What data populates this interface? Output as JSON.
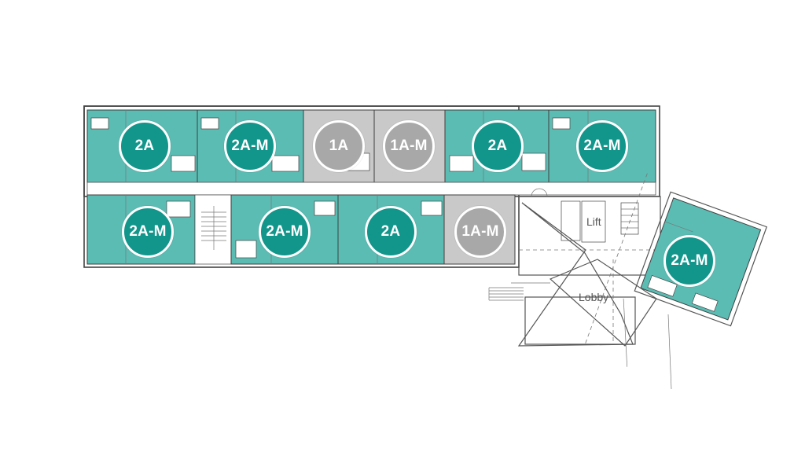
{
  "units": [
    {
      "label": "2A",
      "type": "teal"
    },
    {
      "label": "2A-M",
      "type": "teal"
    },
    {
      "label": "1A",
      "type": "gray"
    },
    {
      "label": "1A-M",
      "type": "gray"
    },
    {
      "label": "2A",
      "type": "teal"
    },
    {
      "label": "2A-M",
      "type": "teal"
    },
    {
      "label": "2A-M",
      "type": "teal"
    },
    {
      "label": "2A-M",
      "type": "teal"
    },
    {
      "label": "2A",
      "type": "teal"
    },
    {
      "label": "1A-M",
      "type": "gray"
    },
    {
      "label": "2A-M",
      "type": "teal"
    }
  ],
  "rooms": {
    "lift": "Lift",
    "lobby": "Lobby"
  },
  "colors": {
    "teal_badge": "#12958b",
    "teal_fill": "#5bbcb4",
    "gray_badge": "#a8a8a8",
    "gray_fill": "#c9c9c9"
  }
}
